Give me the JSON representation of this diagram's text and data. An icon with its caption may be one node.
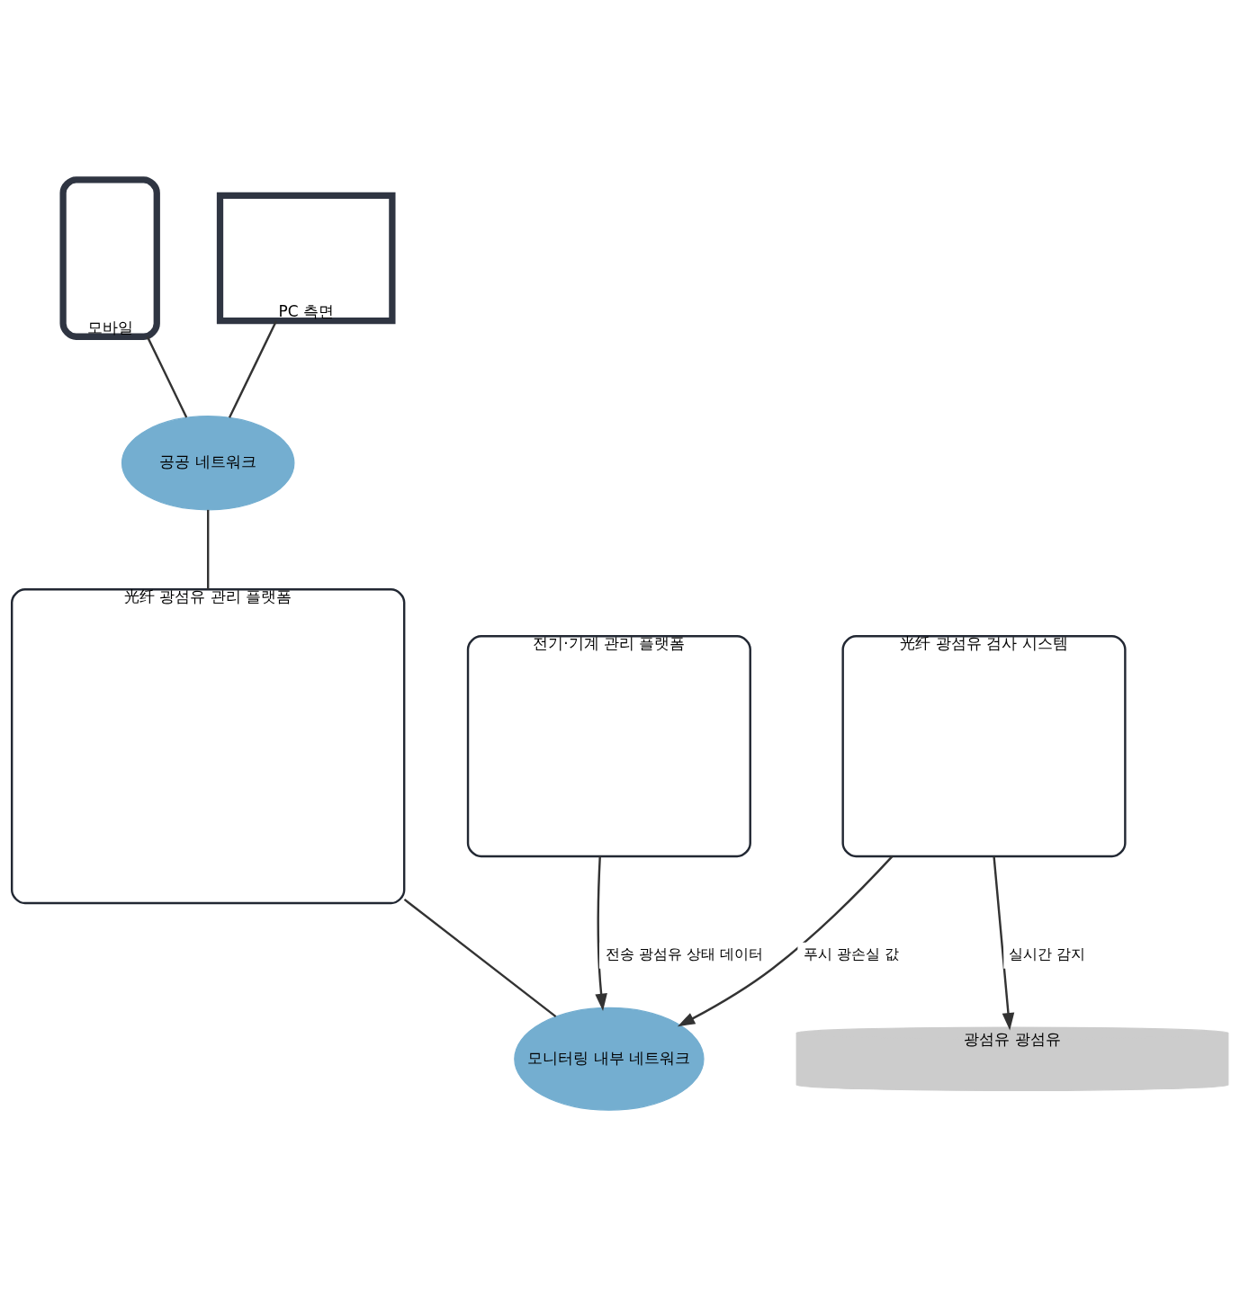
{
  "diagram": {
    "nodes": [
      {
        "text": [
          "모바일"
        ]
      },
      {
        "text": [
          "PC 측면"
        ]
      },
      {
        "text": [
          "공공 네트워크"
        ]
      },
      {
        "text": [
          "光纤 광섬유 관리 플랫폼"
        ]
      },
      {
        "text": [
          "모니터링 내부 네트워크"
        ]
      },
      {
        "text": [
          "전기·기계 관리 플랫폼"
        ]
      },
      {
        "text": [
          "光纤 광섬유 검사 시스템"
        ]
      },
      {
        "text": [
          "광섬유 광섬유"
        ]
      }
    ],
    "edges": [
      {
        "from": 0,
        "to": 2,
        "arrow": "none"
      },
      {
        "from": 1,
        "to": 2,
        "arrow": "none"
      },
      {
        "from": 2,
        "to": 3,
        "arrow": "none"
      },
      {
        "from": 3,
        "to": 4,
        "arrow": "none"
      },
      {
        "from": 5,
        "to": 4,
        "arrow": "to",
        "label": "전송 광섬유 상태 데이터"
      },
      {
        "from": 6,
        "to": 4,
        "arrow": "to",
        "label": "푸시 광손실 값"
      },
      {
        "from": 6,
        "to": 7,
        "arrow": "to",
        "label": "실시간 감지"
      }
    ]
  }
}
